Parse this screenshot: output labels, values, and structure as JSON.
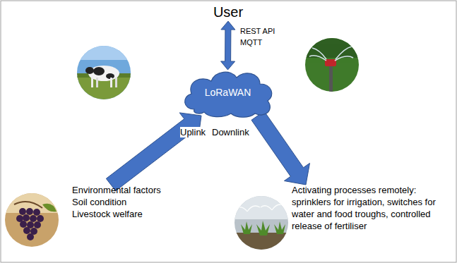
{
  "diagram": {
    "nodes": [
      {
        "text": [
          "User"
        ]
      },
      {
        "text": [
          "LoRaWAN"
        ]
      },
      {
        "text": [
          "Environmental factors",
          "Soil condition",
          "Livestock welfare"
        ]
      },
      {
        "text": [
          "Activating processes remotely: sprinklers for irrigation, switches for water and food troughs, controlled release of fertiliser"
        ]
      }
    ],
    "edges": [
      {
        "from": 0,
        "to": 1,
        "arrow": "both"
      },
      {
        "from": 2,
        "to": 1,
        "arrow": "to",
        "label": "Uplink"
      },
      {
        "from": 1,
        "to": 3,
        "arrow": "to",
        "label": "Downlink"
      }
    ],
    "labels": [
      "REST API",
      "MQTT"
    ]
  }
}
